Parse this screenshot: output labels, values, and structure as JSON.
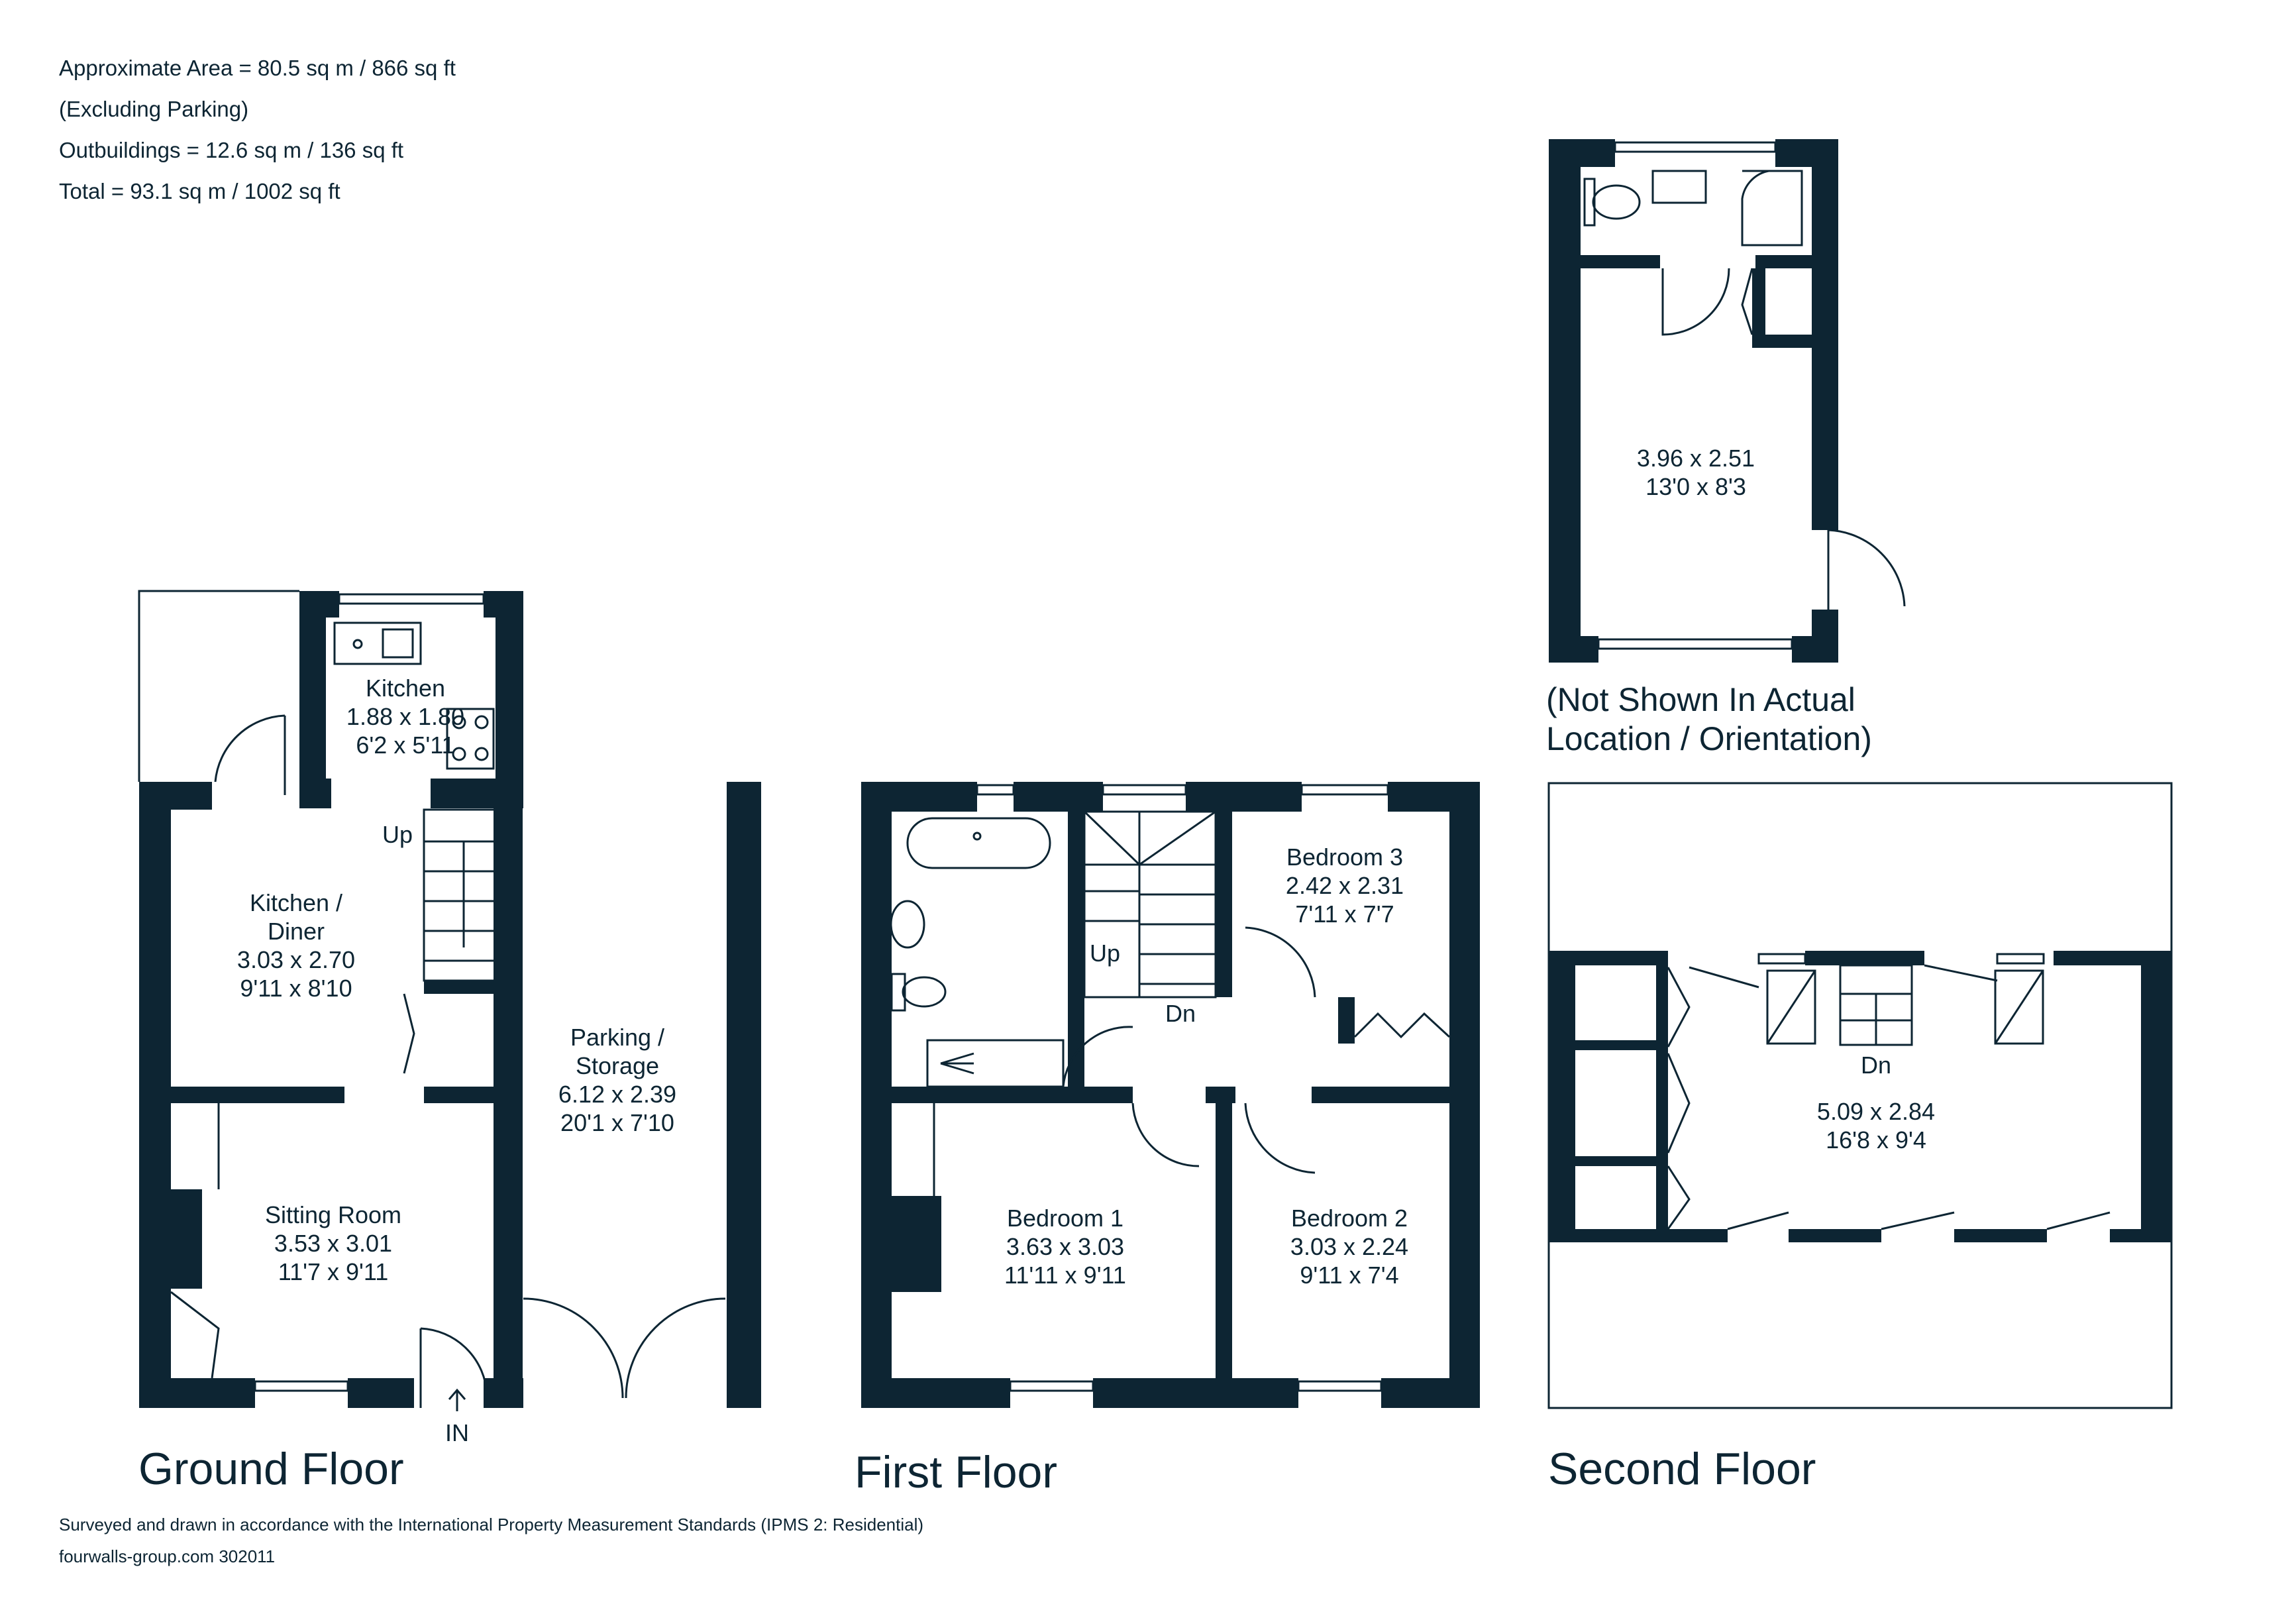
{
  "areas": {
    "line1": "Approximate Area = 80.5 sq m / 866 sq ft",
    "line2": "(Excluding Parking)",
    "line3": "Outbuildings = 12.6 sq m / 136 sq ft",
    "line4": "Total = 93.1 sq m / 1002 sq ft"
  },
  "ground_floor": {
    "title": "Ground Floor",
    "entrance": "IN",
    "stairs": "Up",
    "kitchen": {
      "name": "Kitchen",
      "metric": "1.88 x 1.80",
      "imperial": "6'2 x 5'11"
    },
    "kitchen_diner": {
      "name1": "Kitchen /",
      "name2": "Diner",
      "metric": "3.03 x 2.70",
      "imperial": "9'11 x 8'10"
    },
    "sitting_room": {
      "name": "Sitting Room",
      "metric": "3.53 x 3.01",
      "imperial": "11'7 x 9'11"
    },
    "parking": {
      "name1": "Parking /",
      "name2": "Storage",
      "metric": "6.12 x 2.39",
      "imperial": "20'1 x 7'10"
    }
  },
  "first_floor": {
    "title": "First Floor",
    "stairs_up": "Up",
    "stairs_down": "Dn",
    "bedroom1": {
      "name": "Bedroom 1",
      "metric": "3.63 x 3.03",
      "imperial": "11'11 x 9'11"
    },
    "bedroom2": {
      "name": "Bedroom 2",
      "metric": "3.03 x 2.24",
      "imperial": "9'11 x 7'4"
    },
    "bedroom3": {
      "name": "Bedroom 3",
      "metric": "2.42 x 2.31",
      "imperial": "7'11 x 7'7"
    }
  },
  "second_floor": {
    "title": "Second Floor",
    "stairs_down": "Dn",
    "room": {
      "metric": "5.09 x 2.84",
      "imperial": "16'8 x 9'4"
    }
  },
  "outbuilding": {
    "room": {
      "metric": "3.96 x 2.51",
      "imperial": "13'0 x 8'3"
    },
    "note1": "(Not Shown In Actual",
    "note2": "Location / Orientation)"
  },
  "footer": {
    "line1": "Surveyed and drawn in accordance with the International Property Measurement Standards (IPMS 2: Residential)",
    "line2": "fourwalls-group.com 302011"
  },
  "colors": {
    "wall": "#0d2533",
    "background": "#ffffff"
  }
}
